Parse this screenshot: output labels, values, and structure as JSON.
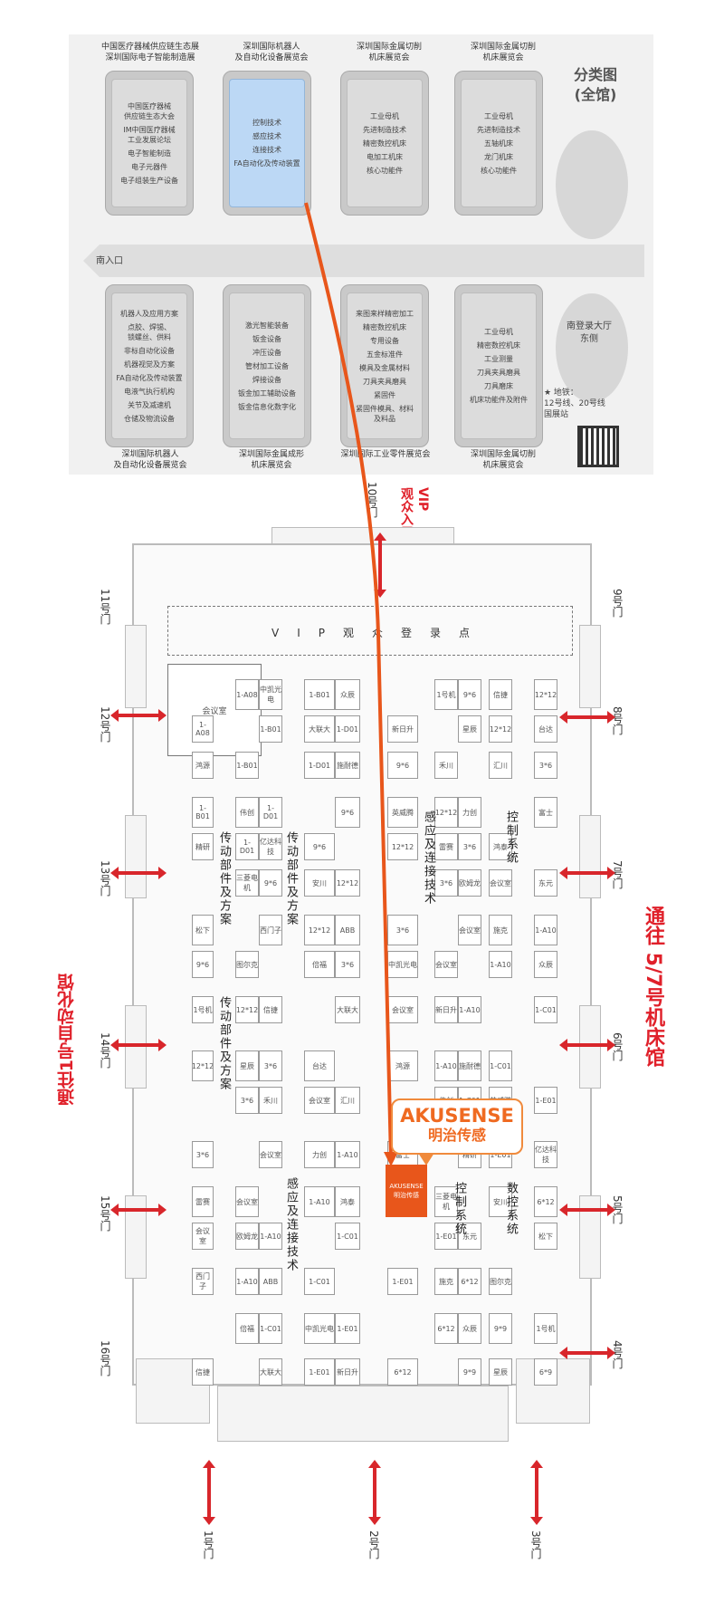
{
  "overview": {
    "title": "分类图\n(全馆)",
    "south_entrance": "南入口",
    "east_lobby": "南登录大厅\n东侧",
    "metro": "★ 地铁：\n  12号线、20号线\n  国展站",
    "top_halls": [
      {
        "title": "中国医疗器械供应链生态展\n深圳国际电子智能制造展",
        "items": [
          "中国医疗器械\n供应链生态大会",
          "IM中国医疗器械\n工业发展论坛",
          "电子智能制造",
          "电子元器件",
          "电子组装生产设备"
        ],
        "highlight": false
      },
      {
        "title": "深圳国际机器人\n及自动化设备展览会",
        "items": [
          "控制技术",
          "感应技术",
          "连接技术",
          "FA自动化及传动装置"
        ],
        "highlight": true
      },
      {
        "title": "深圳国际金属切削\n机床展览会",
        "items": [
          "工业母机",
          "先进制造技术",
          "精密数控机床",
          "电加工机床",
          "核心功能件"
        ],
        "highlight": false
      },
      {
        "title": "深圳国际金属切削\n机床展览会",
        "items": [
          "工业母机",
          "先进制造技术",
          "五轴机床",
          "龙门机床",
          "核心功能件"
        ],
        "highlight": false
      }
    ],
    "bottom_halls": [
      {
        "title": "深圳国际机器人\n及自动化设备展览会",
        "items": [
          "机器人及应用方案",
          "点胶、焊锡、\n锁螺丝、供料",
          "非标自动化设备",
          "机器视觉及方案",
          "FA自动化及传动装置",
          "电液气执行机构",
          "关节及减速机",
          "仓储及物流设备"
        ]
      },
      {
        "title": "深圳国际金属成形\n机床展览会",
        "items": [
          "激光智能装备",
          "钣金设备",
          "冲压设备",
          "管材加工设备",
          "焊接设备",
          "钣金加工辅助设备",
          "钣金信息化数字化"
        ]
      },
      {
        "title": "深圳国际工业零件展览会",
        "items": [
          "来图来样精密加工",
          "精密数控机床",
          "专用设备",
          "五金标准件",
          "模具及金属材料",
          "刀具夹具磨具",
          "紧固件",
          "紧固件模具、材料\n及料品"
        ]
      },
      {
        "title": "深圳国际金属切削\n机床展览会",
        "items": [
          "工业母机",
          "精密数控机床",
          "工业测量",
          "刀具夹具磨具",
          "刀具磨床",
          "机床功能件及附件"
        ]
      }
    ]
  },
  "plan": {
    "vip_entry": "VIP\n观众入口",
    "vip_area": "VIP观众登录点",
    "meeting_room": "会议室",
    "to_auto_hall": "通往1号自动化馆",
    "to_machine_hall": "通往 5/7号机床馆",
    "doors": [
      "1号门",
      "2号门",
      "3号门",
      "4号门",
      "5号门",
      "6号门",
      "7号门",
      "8号门",
      "9号门",
      "10号门",
      "11号门",
      "12号门",
      "13号门",
      "14号门",
      "15号门",
      "16号门"
    ],
    "category_columns": [
      "传动部件及方案",
      "传动部件及方案",
      "感应及连接技术",
      "控制系统",
      "数控系统",
      "传动部件及方案",
      "感应及连接技术",
      "控制系统"
    ],
    "booths": [
      "中凯光电",
      "众辰",
      "1号机",
      "信捷",
      "大联大",
      "新日升",
      "星辰",
      "台达",
      "鸿源",
      "施耐德",
      "禾川",
      "汇川",
      "伟创",
      "英威腾",
      "力创",
      "富士",
      "精研",
      "亿达科技",
      "雷赛",
      "鸿泰",
      "三菱电机",
      "安川",
      "欧姆龙",
      "东元",
      "松下",
      "西门子",
      "ABB",
      "施克",
      "图尔克",
      "倍福"
    ],
    "booth_labels": [
      "会议室",
      "1-A08",
      "1-A10",
      "1-B01",
      "1-C01",
      "1-D01",
      "1-E01",
      "9*6",
      "6*12",
      "12*12",
      "9*9",
      "3*6",
      "6*9"
    ]
  },
  "highlight": {
    "brand_en": "AKUSENSE",
    "brand_cn": "明治传感",
    "booth_en": "AKUSENSE",
    "booth_cn": "明治传感"
  },
  "colors": {
    "route": "#e8561b",
    "arrow": "#d8262b",
    "highlight_hall": "#bcd8f5",
    "brand": "#ef6a21"
  }
}
